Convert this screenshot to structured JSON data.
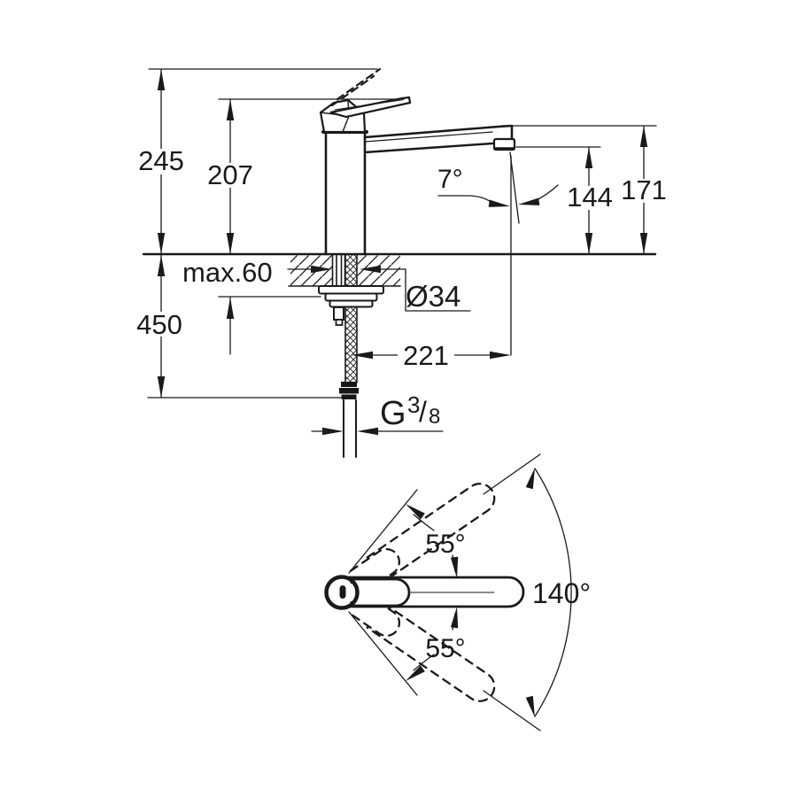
{
  "side_view": {
    "overall_height": "245",
    "handle_height": "207",
    "below_counter_length": "450",
    "max_counter_thickness": "max.60",
    "hole_diameter": "Ø34",
    "spout_reach": "221",
    "spout_angle": "7°",
    "outlet_height": "144",
    "spout_end_height": "171",
    "thread": {
      "prefix": "G",
      "numerator": "3",
      "slash": "/",
      "denominator": "8"
    }
  },
  "top_view": {
    "swivel_upper": "55°",
    "swivel_lower": "55°",
    "swivel_total": "140°"
  },
  "colors": {
    "line": "#1a1a1a",
    "background": "#ffffff"
  }
}
